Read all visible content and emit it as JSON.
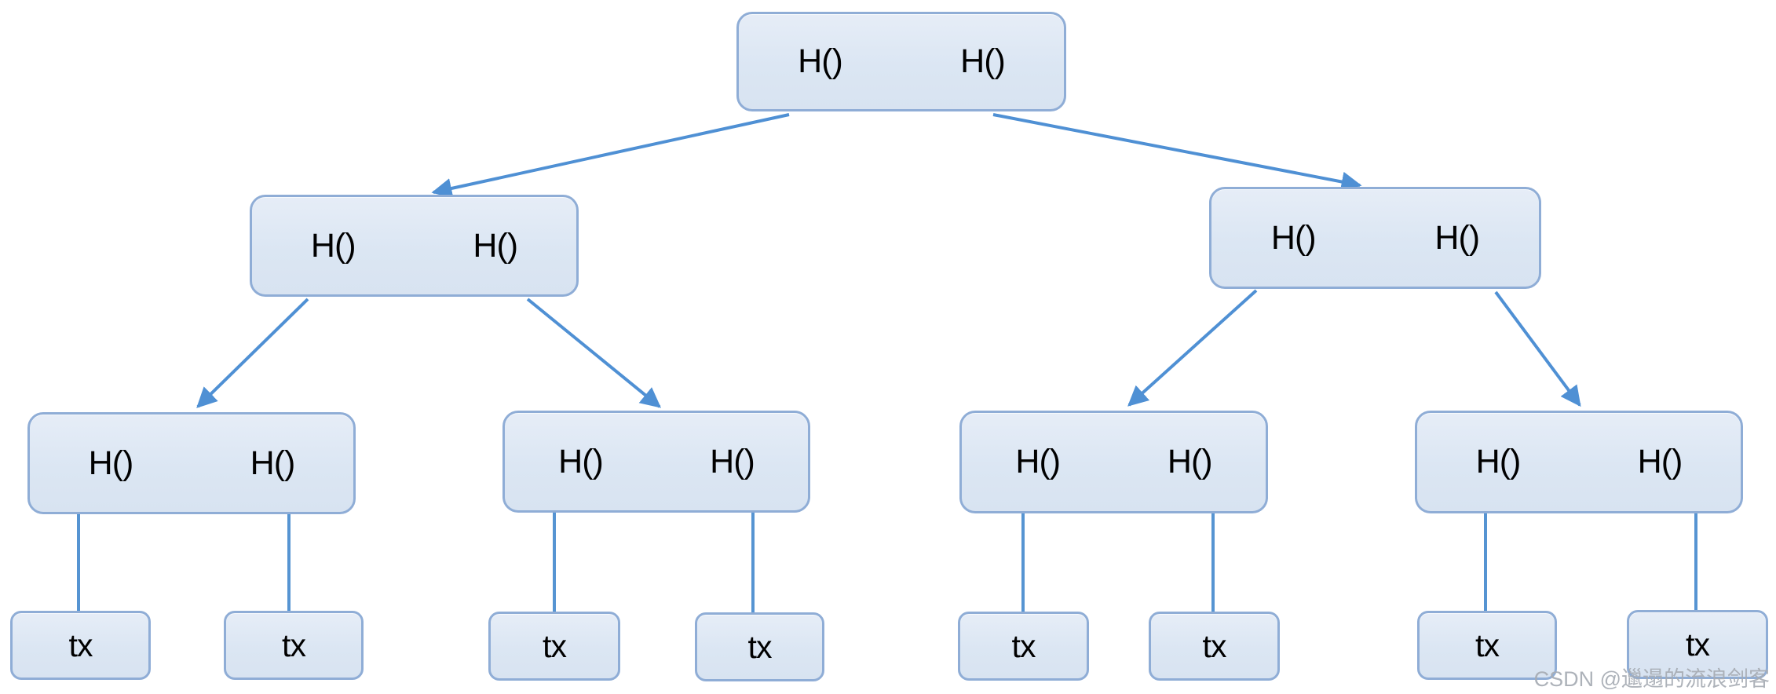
{
  "diagram": {
    "kind": "merkle-tree",
    "colors": {
      "node_fill": "#dbe6f3",
      "node_border": "#8fadd6",
      "connector": "#4f90d4",
      "label_text": "#000000",
      "watermark_text": "#a7acb4"
    },
    "tree": {
      "root": {
        "left": "H()",
        "right": "H()"
      },
      "level2": [
        {
          "left": "H()",
          "right": "H()"
        },
        {
          "left": "H()",
          "right": "H()"
        }
      ],
      "level3": [
        {
          "left": "H()",
          "right": "H()"
        },
        {
          "left": "H()",
          "right": "H()"
        },
        {
          "left": "H()",
          "right": "H()"
        },
        {
          "left": "H()",
          "right": "H()"
        }
      ],
      "leaves": [
        {
          "label": "tx"
        },
        {
          "label": "tx"
        },
        {
          "label": "tx"
        },
        {
          "label": "tx"
        },
        {
          "label": "tx"
        },
        {
          "label": "tx"
        },
        {
          "label": "tx"
        },
        {
          "label": "tx"
        }
      ]
    },
    "watermark": "CSDN @邋遢的流浪剑客"
  }
}
